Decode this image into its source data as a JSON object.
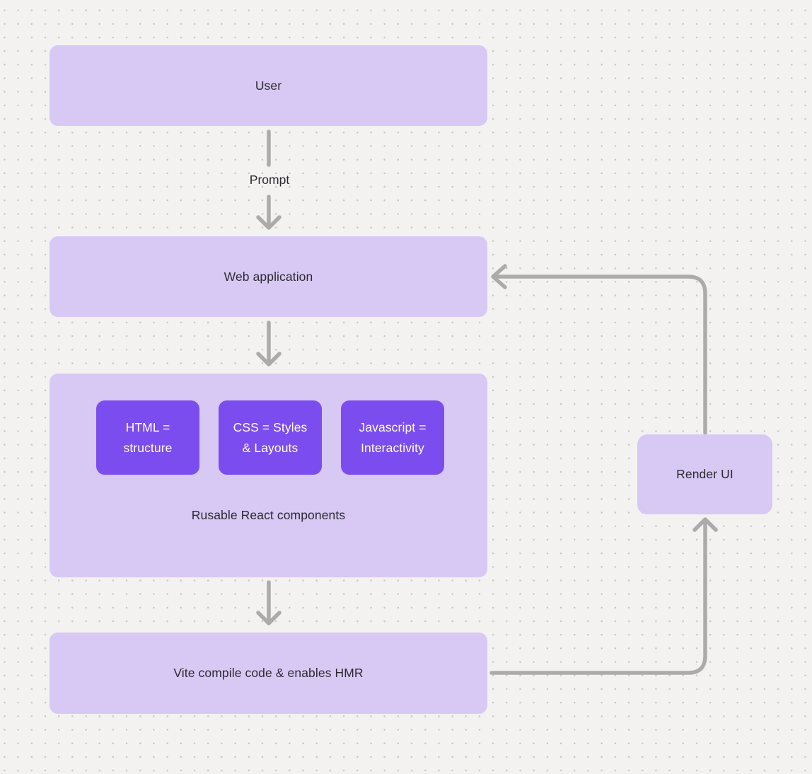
{
  "colors": {
    "background": "#f3f2f1",
    "dot_grid": "#c8c7c6",
    "node_fill": "#d7c9f4",
    "accent_fill": "#7c4dee",
    "text": "#2c2a32",
    "accent_text": "#ffffff",
    "connector": "#ababab"
  },
  "nodes": {
    "user": {
      "label": "User"
    },
    "web_application": {
      "label": "Web application"
    },
    "components_group": {
      "caption": "Rusable React components",
      "cards": [
        {
          "line1": "HTML =",
          "line2": "structure"
        },
        {
          "line1": "CSS = Styles",
          "line2": "& Layouts"
        },
        {
          "line1": "Javascript =",
          "line2": "Interactivity"
        }
      ]
    },
    "vite": {
      "label": "Vite compile code & enables HMR"
    },
    "render_ui": {
      "label": "Render UI"
    }
  },
  "edges": [
    {
      "from": "User",
      "to": "Web application",
      "label": "Prompt",
      "direction": "down"
    },
    {
      "from": "Web application",
      "to": "Rusable React components",
      "label": "",
      "direction": "down"
    },
    {
      "from": "Rusable React components",
      "to": "Vite compile code & enables HMR",
      "label": "",
      "direction": "down"
    },
    {
      "from": "Vite compile code & enables HMR",
      "to": "Render UI",
      "label": "",
      "direction": "right-then-up"
    },
    {
      "from": "Render UI",
      "to": "Web application",
      "label": "",
      "direction": "up-then-left"
    }
  ]
}
